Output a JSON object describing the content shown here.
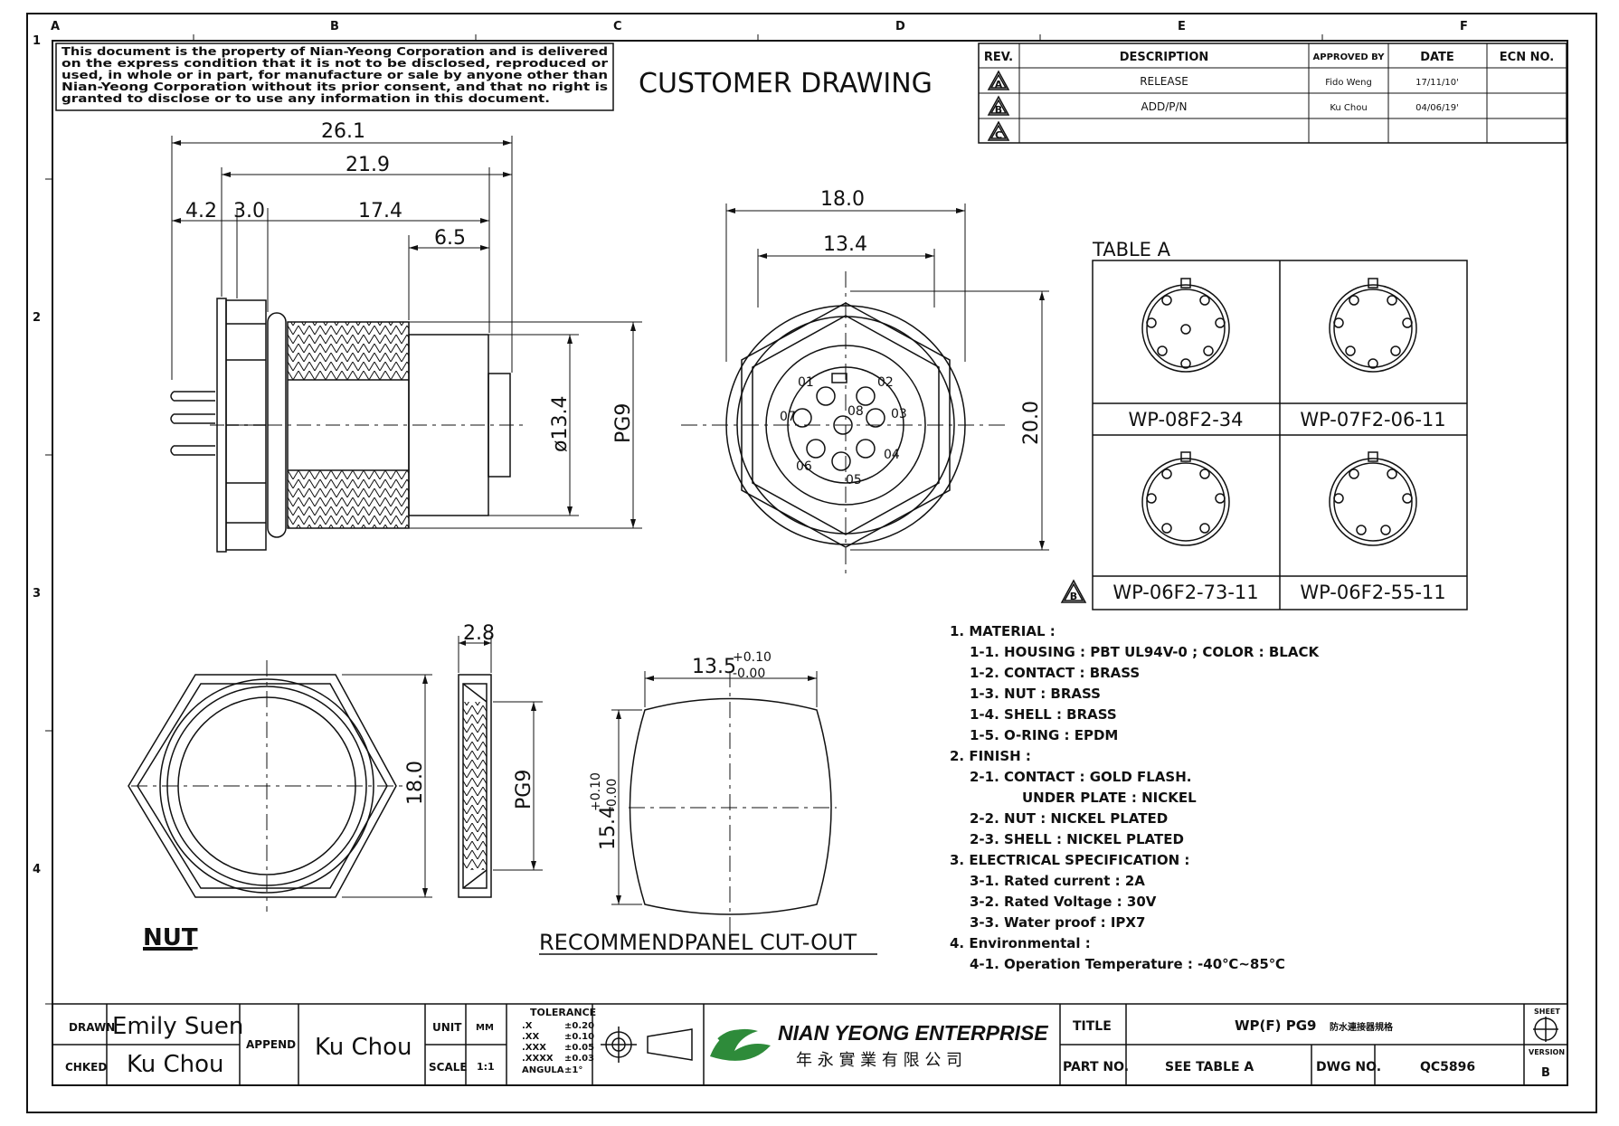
{
  "zones": {
    "columns": [
      "A",
      "B",
      "C",
      "D",
      "E",
      "F"
    ],
    "rows": [
      "1",
      "2",
      "3",
      "4"
    ]
  },
  "notice": [
    "This document is the property of Nian-Yeong Corporation and is delivered",
    "on the express condition that it is not to be disclosed, reproduced or",
    "used, in whole or in part, for manufacture or sale by anyone other than",
    "Nian-Yeong Corporation without its prior consent, and that no right is",
    "granted to disclose or to use any information in this document."
  ],
  "title": "CUSTOMER  DRAWING",
  "revision_table": {
    "headers": {
      "rev": "REV.",
      "description": "DESCRIPTION",
      "approved_by": "APPROVED BY",
      "date": "DATE",
      "ecn": "ECN NO."
    },
    "rows": [
      {
        "rev": "A",
        "description": "RELEASE",
        "approved_by": "Fido Weng",
        "date": "17/11/10'",
        "ecn": ""
      },
      {
        "rev": "B",
        "description": "ADD/P/N",
        "approved_by": "Ku Chou",
        "date": "04/06/19'",
        "ecn": ""
      },
      {
        "rev": "C",
        "description": "",
        "approved_by": "",
        "date": "",
        "ecn": ""
      }
    ]
  },
  "side_view": {
    "dims": {
      "overall": "26.1",
      "body": "21.9",
      "flange": "4.2",
      "nut": "3.0",
      "thread": "17.4",
      "tail": "6.5",
      "diameter": "ø13.4",
      "thread_size": "PG9"
    }
  },
  "front_view": {
    "dims": {
      "width": "18.0",
      "inner": "13.4",
      "height": "20.0"
    },
    "pin_labels": [
      "01",
      "02",
      "03",
      "04",
      "05",
      "06",
      "07",
      "08"
    ]
  },
  "table_a": {
    "title": "TABLE A",
    "parts": [
      {
        "label": "WP-08F2-34"
      },
      {
        "label": "WP-07F2-06-11"
      },
      {
        "label": "WP-06F2-73-11",
        "rev_mark": "B"
      },
      {
        "label": "WP-06F2-55-11"
      }
    ]
  },
  "nut_view": {
    "label": "NUT",
    "dims": {
      "width": "18.0",
      "thickness": "2.8",
      "thread_size": "PG9"
    }
  },
  "cutout_view": {
    "label": "RECOMMENDPANEL  CUT-OUT",
    "width": "13.5",
    "width_tol_plus": "+0.10",
    "width_tol_minus": "-0.00",
    "height": "15.4",
    "height_tol_plus": "+0.10",
    "height_tol_minus": "-0.00"
  },
  "specs": [
    "1.  MATERIAL  :",
    "1-1.  HOUSING  :  PBT  UL94V-0  ;  COLOR  :  BLACK",
    "1-2.  CONTACT  :  BRASS",
    "1-3.  NUT  :  BRASS",
    "1-4.  SHELL  :  BRASS",
    "1-5.  O-RING  :  EPDM",
    "2.  FINISH  :",
    "2-1.  CONTACT  :  GOLD  FLASH.",
    "UNDER  PLATE  :  NICKEL",
    "2-2.  NUT  :  NICKEL  PLATED",
    "2-3.  SHELL  :  NICKEL  PLATED",
    "3.  ELECTRICAL  SPECIFICATION  :",
    "3-1.  Rated  current  :  2A",
    "3-2.  Rated  Voltage  :  30V",
    "3-3.  Water  proof  :  IPX7",
    "4.  Environmental  :",
    "4-1.  Operation  Temperature  :  -40℃~85℃"
  ],
  "title_block": {
    "drawn_label": "DRAWN",
    "drawn": "Emily  Suen",
    "checked_label": "CHKED",
    "checked": "Ku  Chou",
    "append_label": "APPEND",
    "append": "Ku  Chou",
    "unit_label": "UNIT",
    "unit": "MM",
    "scale_label": "SCALE",
    "scale": "1:1",
    "tolerance_label": "TOLERANCE",
    "tolerances": [
      {
        "k": ".X",
        "v": "±0.20"
      },
      {
        "k": ".XX",
        "v": "±0.10"
      },
      {
        "k": ".XXX",
        "v": "±0.05"
      },
      {
        "k": ".XXXX",
        "v": "±0.03"
      },
      {
        "k": "ANGULA",
        "v": "±1°"
      }
    ],
    "company": "NIAN YEONG ENTERPRISE",
    "company_cn": "年 永 實 業 有 限 公 司",
    "title_label": "TITLE",
    "title": "WP(F)  PG9",
    "title_cn": "防水連接器規格",
    "part_label": "PART NO.",
    "part": "SEE  TABLE  A",
    "dwg_label": "DWG NO.",
    "dwg": "QC5896",
    "sheet_label": "SHEET",
    "version_label": "VERSION",
    "version": "B"
  },
  "colors": {
    "ink": "#111111",
    "logo_green": "#2e8b3a"
  }
}
